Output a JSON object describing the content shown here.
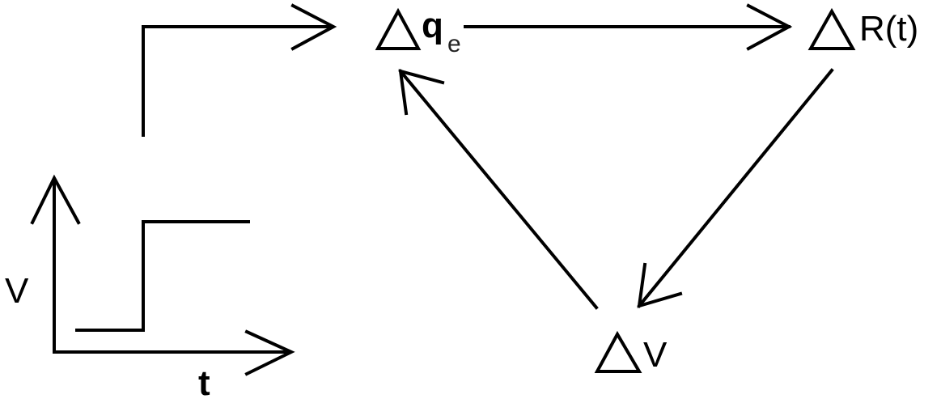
{
  "nodes": {
    "charge": {
      "symbol": "q",
      "subscript": "e"
    },
    "resistance": {
      "text": "R(t)"
    },
    "voltage": {
      "text": "V"
    }
  },
  "step_plot": {
    "y_axis_label": "V",
    "x_axis_label": "t"
  },
  "colors": {
    "ink": "#000000",
    "background": "#ffffff"
  }
}
